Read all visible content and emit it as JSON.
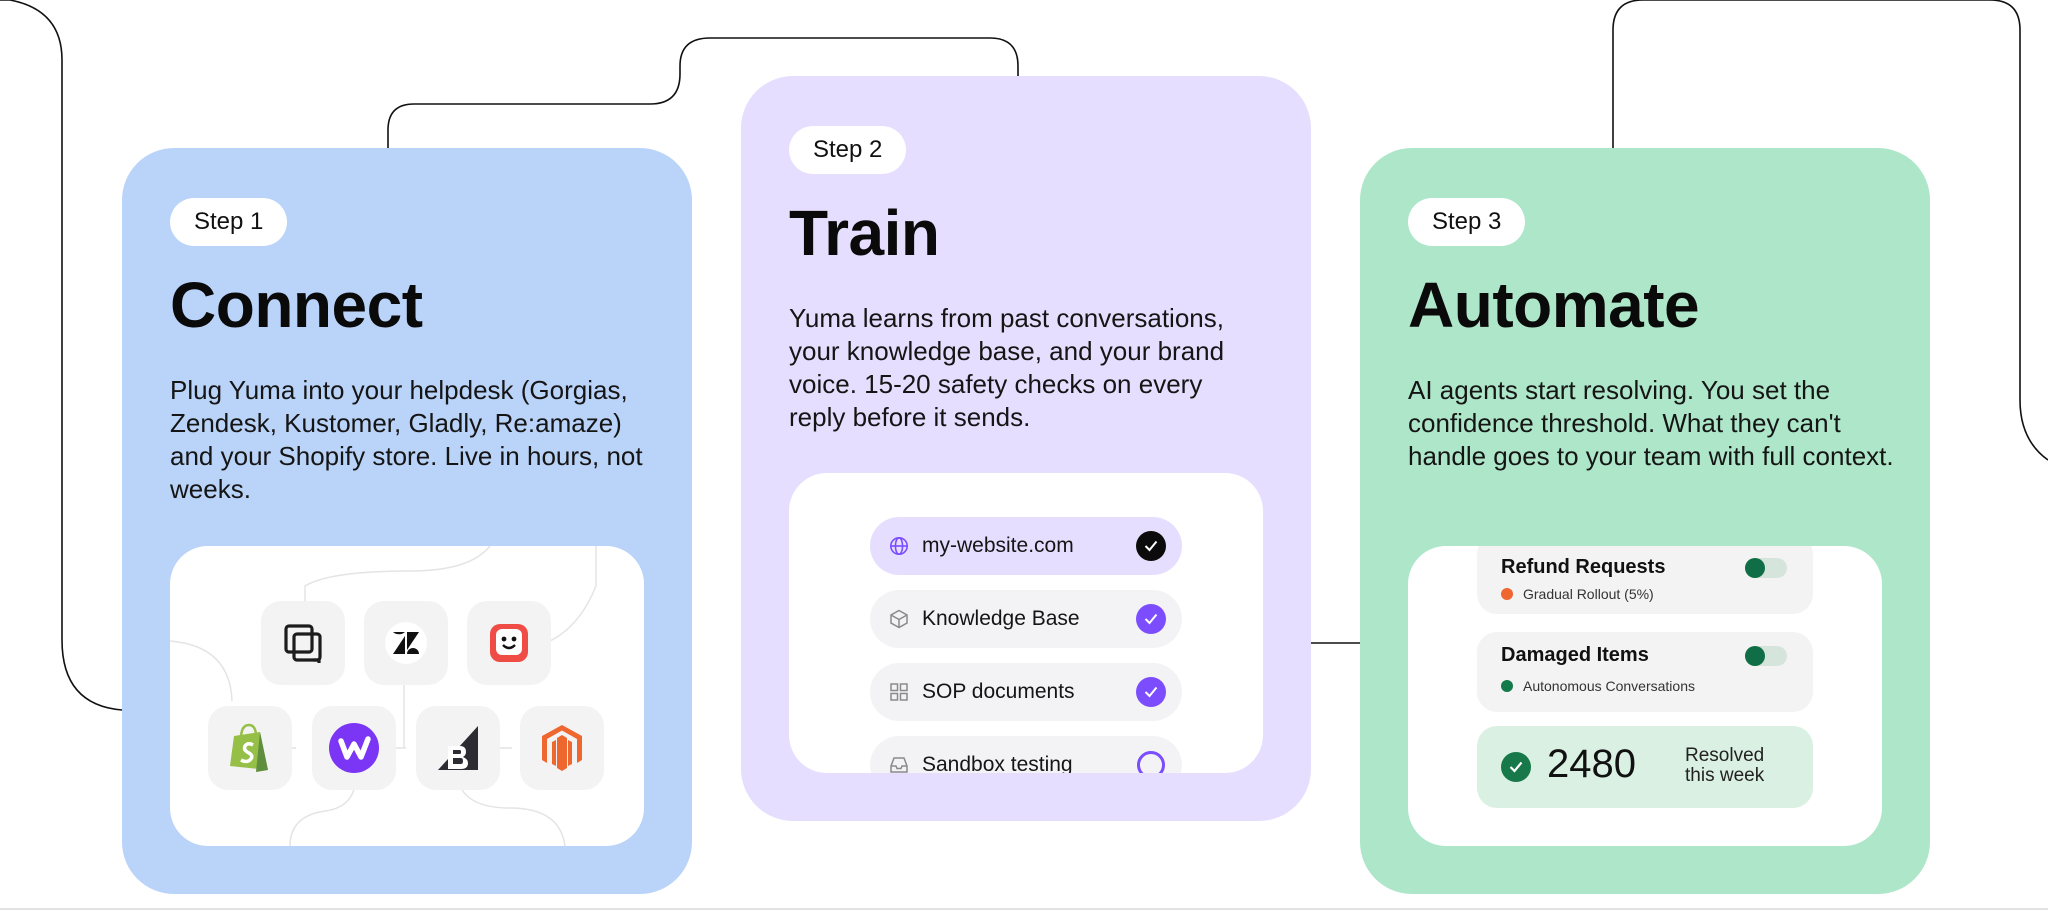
{
  "steps": [
    {
      "badge": "Step 1",
      "title": "Connect",
      "description": "Plug Yuma into your helpdesk (Gorgias, Zendesk, Kustomer, Gladly, Re:amaze) and your Shopify store. Live in hours, not weeks.",
      "integrations": [
        "gorgias-icon",
        "zendesk-icon",
        "kustomer-icon",
        "shopify-icon",
        "webflow-icon",
        "bigcommerce-icon",
        "magento-icon"
      ]
    },
    {
      "badge": "Step 2",
      "title": "Train",
      "description": "Yuma learns from past conversations, your knowledge base, and your brand voice. 15-20 safety checks on every reply before it sends.",
      "sources": [
        {
          "label": "my-website.com",
          "icon": "globe-icon",
          "state": "checked"
        },
        {
          "label": "Knowledge Base",
          "icon": "cube-icon",
          "state": "checked"
        },
        {
          "label": "SOP documents",
          "icon": "grid-icon",
          "state": "checked"
        },
        {
          "label": "Sandbox testing",
          "icon": "inbox-icon",
          "state": "in-progress"
        }
      ]
    },
    {
      "badge": "Step 3",
      "title": "Automate",
      "description": "AI agents start resolving. You set the confidence threshold. What they can't handle goes to your team with full context.",
      "rules": [
        {
          "name": "Refund Requests",
          "status": "Gradual Rollout (5%)",
          "status_color": "#f0662f",
          "enabled": true
        },
        {
          "name": "Damaged Items",
          "status": "Autonomous Conversations",
          "status_color": "#137a4a",
          "enabled": true
        }
      ],
      "resolved_count": "2480",
      "resolved_label": "Resolved this week"
    }
  ],
  "colors": {
    "step1_bg": "#bad3f9",
    "step2_bg": "#e6deff",
    "step3_bg": "#ade6c8",
    "accent_purple": "#7b4dff"
  }
}
